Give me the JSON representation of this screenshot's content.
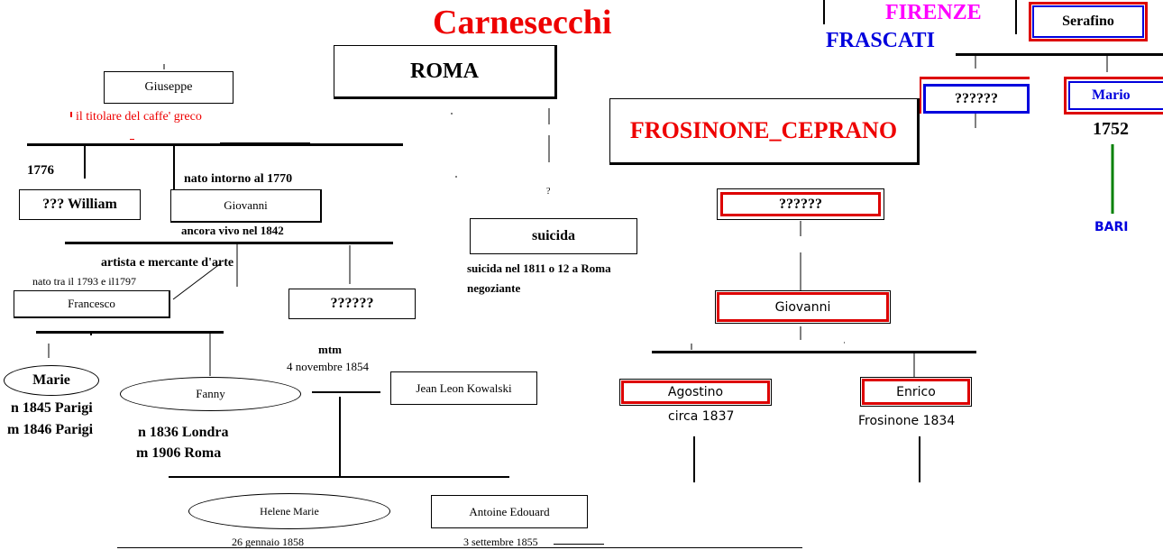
{
  "title": "Carnesecchi",
  "cities": {
    "firenze": "FIRENZE",
    "frascati": "FRASCATI",
    "roma": "ROMA",
    "frosinone": "FROSINONE_CEPRANO",
    "bari": "BARI"
  },
  "roma_branch": {
    "giuseppe": "Giuseppe",
    "giuseppe_note": "il titolare del caffe' greco",
    "year_1776": "1776",
    "william": "???  William",
    "giovanni_born": "nato intorno al   1770",
    "giovanni": "Giovanni",
    "giovanni_alive": "ancora vivo nel 1842",
    "francesco_role": "artista e mercante d'arte",
    "francesco_born": "nato  tra il 1793 e il1797",
    "francesco": "Francesco",
    "unknown": "??????",
    "suicida": "suicida",
    "suicida_note_1": "suicida nel 1811 o 12 a Roma",
    "suicida_note_2": "negoziante",
    "question": "?",
    "marie": "Marie",
    "marie_n": "n 1845 Parigi",
    "marie_m": "m 1846 Parigi",
    "fanny": "Fanny",
    "fanny_n": "n 1836   Londra",
    "fanny_m": "m 1906   Roma",
    "mtm": "mtm",
    "marriage_date": "4 novembre 1854",
    "jean_leon": "Jean Leon Kowalski",
    "helene": "Helene Marie",
    "helene_date": "26 gennaio 1858",
    "antoine": "Antoine Edouard",
    "antoine_date": "3 settembre 1855"
  },
  "frosinone_branch": {
    "unknown": "??????",
    "giovanni": "Giovanni",
    "agostino": "Agostino",
    "agostino_date": "circa 1837",
    "enrico": "Enrico",
    "enrico_date": "Frosinone 1834"
  },
  "frascati_branch": {
    "serafino": "Serafino",
    "unknown": "??????",
    "mario": "Mario",
    "mario_year": "1752"
  },
  "colors": {
    "title_red": "#ee0000",
    "magenta": "#ff00ff",
    "blue": "#0000dd",
    "green": "#008000",
    "box_red": "#dd0000"
  }
}
